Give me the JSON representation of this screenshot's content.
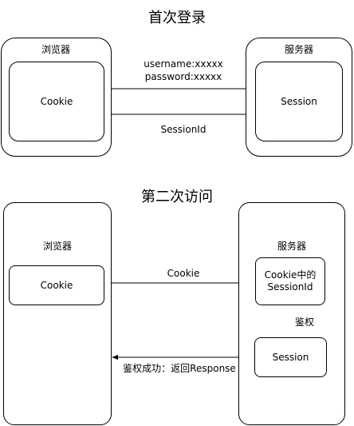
{
  "section1": {
    "title": "首次登录",
    "browser_label": "浏览器",
    "server_label": "服务器",
    "cookie_label": "Cookie",
    "session_label": "Session",
    "request_line1": "username:xxxxx",
    "request_line2": "password:xxxxx",
    "response_label": "SessionId"
  },
  "section2": {
    "title": "第二次访问",
    "browser_label": "浏览器",
    "server_label": "服务器",
    "cookie_label": "Cookie",
    "cookie_session_line1": "Cookie中的",
    "cookie_session_line2": "SessionId",
    "session_label": "Session",
    "request_label": "Cookie",
    "auth_label": "鉴权",
    "response_label": "鉴权成功：返回Response"
  }
}
